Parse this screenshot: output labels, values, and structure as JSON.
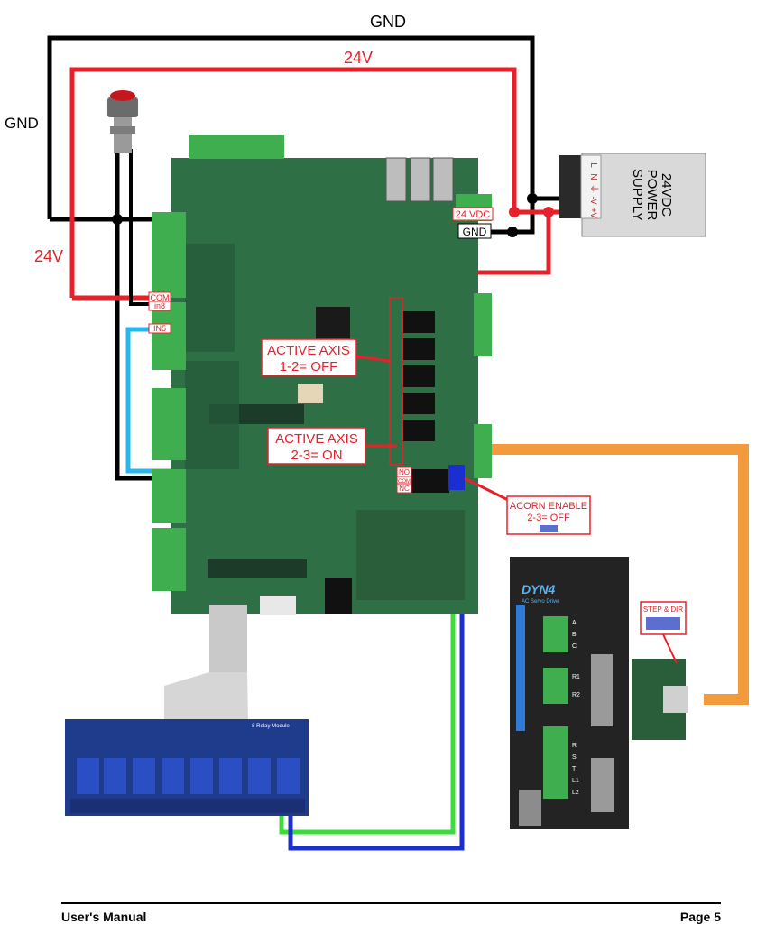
{
  "wires": {
    "gnd_top": "GND",
    "v24_top": "24V",
    "gnd_left": "GND",
    "v24_left": "24V"
  },
  "power_supply": {
    "label_1": "24VDC",
    "label_2": "POWER",
    "label_3": "SUPPLY",
    "terminals": [
      "L",
      "N",
      "⏚",
      "-V",
      "+V"
    ]
  },
  "board_tags": {
    "vdc": "24 VDC",
    "gnd": "GND",
    "com": "COM",
    "in8": "in8",
    "in5": "IN5",
    "no": "NO",
    "nc": "NC",
    "com_relay": "COM"
  },
  "callouts": {
    "axis_off_1": "ACTIVE AXIS",
    "axis_off_2": "1-2= OFF",
    "axis_on_1": "ACTIVE AXIS",
    "axis_on_2": "2-3= ON",
    "acorn_1": "ACORN ENABLE",
    "acorn_2": "2-3= OFF",
    "step_dir": "STEP & DIR"
  },
  "servo": {
    "brand": "DYN4",
    "subtitle": "AC Servo Drive",
    "terminals_top": [
      "A",
      "B",
      "C"
    ],
    "terminals_mid": [
      "R1",
      "R2"
    ],
    "terminals_bot": [
      "R",
      "S",
      "T",
      "L1",
      "L2"
    ]
  },
  "relay_module": {
    "label": "8 Relay Module"
  },
  "footer": {
    "left": "User's Manual",
    "right": "Page 5"
  },
  "colors": {
    "gnd": "#000000",
    "v24": "#e8202a",
    "input": "#29b6e8",
    "step": "#f39a3c",
    "green_wire": "#3ddc3d",
    "blue_wire": "#1b2fd0",
    "pcb": "#2f6f46",
    "terminal": "#3fae4e"
  }
}
